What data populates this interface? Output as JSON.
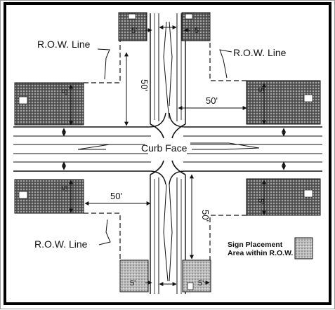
{
  "labels": {
    "row_line": "R.O.W. Line",
    "row_line_spaced": "R.O.W.  Line",
    "curb_face": "Curb Face",
    "dim_50": "50'",
    "dim_5": "5'"
  },
  "legend": {
    "line1": "Sign Placement",
    "line2": "Area within R.O.W."
  },
  "colors": {
    "frame": "#000000",
    "line": "#111111",
    "stipple_dark": "#4a4a4a",
    "stipple_light": "#9a9a9a"
  }
}
